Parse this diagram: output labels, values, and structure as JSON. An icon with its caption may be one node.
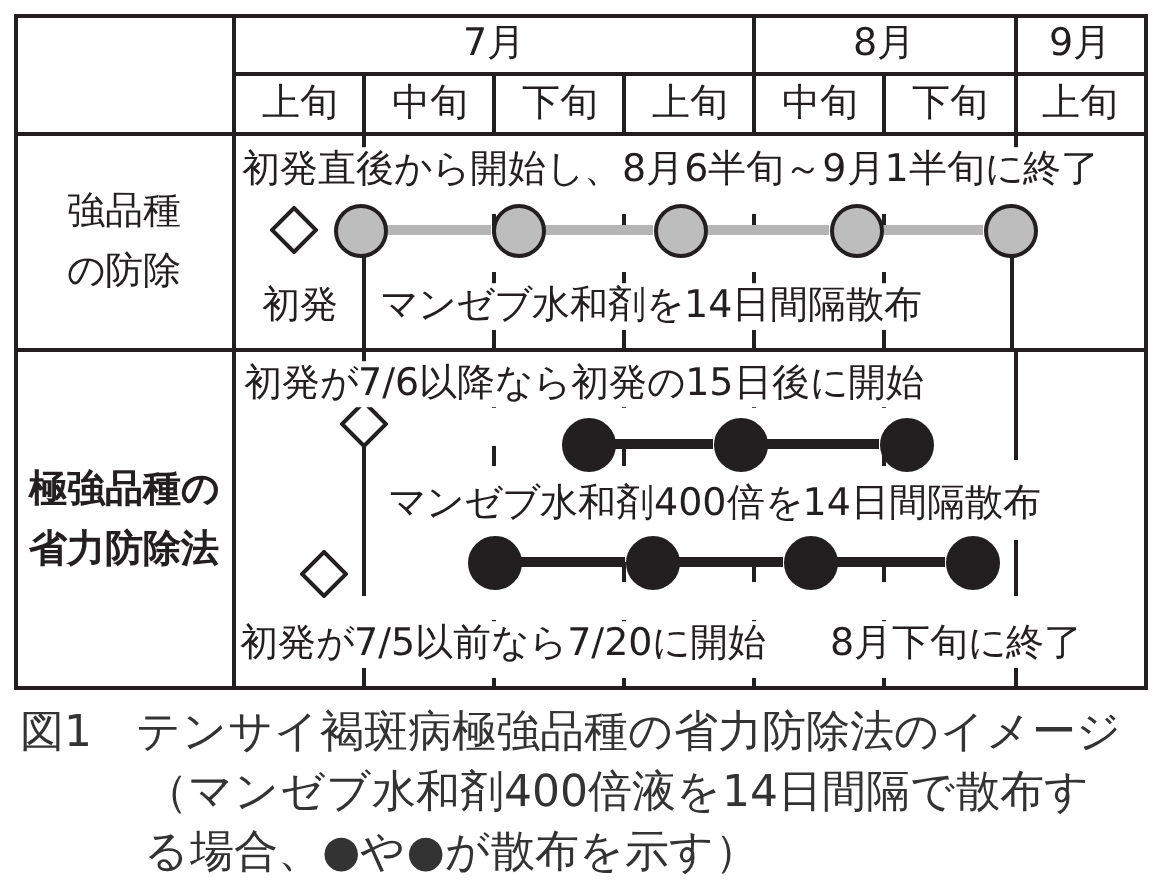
{
  "diagram": {
    "caption": "図1　テンサイ褐斑病極強品種の省力防除法のイメージ（マンゼブ水和剤400倍液を14日間隔で散布する場合、●や●が散布を示す）",
    "nodes": [
      {
        "text": [],
        "shape": "diamond",
        "beside": [
          "初発"
        ]
      },
      {
        "text": [],
        "shape": "circle"
      },
      {
        "text": [],
        "shape": "circle"
      },
      {
        "text": [],
        "shape": "circle"
      },
      {
        "text": [],
        "shape": "circle"
      },
      {
        "text": [],
        "shape": "circle"
      },
      {
        "text": [],
        "shape": "diamond"
      },
      {
        "text": [],
        "shape": "circle"
      },
      {
        "text": [],
        "shape": "circle"
      },
      {
        "text": [],
        "shape": "circle"
      },
      {
        "text": [],
        "shape": "diamond"
      },
      {
        "text": [],
        "shape": "circle"
      },
      {
        "text": [],
        "shape": "circle"
      },
      {
        "text": [],
        "shape": "circle"
      },
      {
        "text": [],
        "shape": "circle"
      }
    ],
    "edges": [
      {
        "from": 1,
        "to": 2,
        "arrow": "none",
        "color": "#b5b5b5"
      },
      {
        "from": 2,
        "to": 3,
        "arrow": "none",
        "color": "#b5b5b5"
      },
      {
        "from": 3,
        "to": 4,
        "arrow": "none",
        "color": "#b5b5b5"
      },
      {
        "from": 4,
        "to": 5,
        "arrow": "none",
        "color": "#b5b5b5"
      },
      {
        "from": 7,
        "to": 8,
        "arrow": "none"
      },
      {
        "from": 8,
        "to": 9,
        "arrow": "none"
      },
      {
        "from": 11,
        "to": 12,
        "arrow": "none"
      },
      {
        "from": 12,
        "to": 13,
        "arrow": "none"
      },
      {
        "from": 13,
        "to": 14,
        "arrow": "none"
      }
    ],
    "labels": [
      "7月",
      "8月",
      "9月",
      "上旬",
      "中旬",
      "下旬",
      "上旬",
      "中旬",
      "下旬",
      "上旬",
      "強品種の防除",
      "初発直後から開始し、8月6半旬～9月1半旬に終了",
      "マンゼブ水和剤を14日間隔散布",
      "極強品種の省力防除法",
      "初発が7/6以降なら初発の15日後に開始",
      "マンゼブ水和剤400倍を14日間隔散布",
      "初発が7/5以前なら7/20に開始",
      "8月下旬に終了"
    ]
  }
}
